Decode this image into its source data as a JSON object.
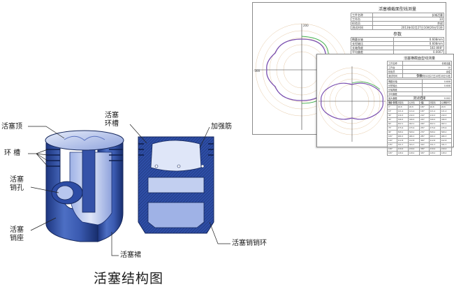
{
  "diagram": {
    "caption": "活塞结构图",
    "labels": {
      "piston_top": "活塞顶",
      "ring_groove_left": "环 槽",
      "pin_hole": [
        "活塞",
        "销孔"
      ],
      "pin_seat": [
        "活塞",
        "销座"
      ],
      "skirt": "活塞裙",
      "ring_groove_right": [
        "活塞",
        "环槽"
      ],
      "rib": "加强筋",
      "circlip": "活塞销销环"
    }
  },
  "report_back": {
    "title": "活塞横截面型线测量",
    "info_rows": [
      [
        "工件名称",
        "长城活塞"
      ],
      [
        "工作台",
        "10"
      ],
      [
        "检验员",
        "余斌"
      ],
      [
        "测试时间",
        "2013年02月27日10时26分51秒"
      ]
    ],
    "params_title": "参数",
    "param_rows": [
      [
        "椭圆长轴",
        "0.608mm"
      ],
      [
        "长短轴比",
        "0.608mm"
      ],
      [
        "长轴角度",
        "182.808°"
      ],
      [
        "平均偏差",
        "0.0007"
      ]
    ],
    "axis_top": "200",
    "axis_left": "-300"
  },
  "report_front": {
    "title": "活塞横截面型线测量",
    "info_rows": [
      [
        "工件名称",
        "长城活塞"
      ],
      [
        "工作台",
        "10"
      ],
      [
        "检验员",
        "余斌"
      ],
      [
        "测试时间",
        "2013年02月27日10时26分51秒"
      ]
    ],
    "params_title": "参数",
    "param_rows": [
      [
        "椭圆长轴",
        "0.608"
      ],
      [
        "长短轴比",
        "0.608"
      ],
      [
        "长轴角度",
        ""
      ],
      [
        "平均偏差",
        ""
      ],
      [
        "最大偏差",
        "0.002"
      ],
      [
        "最小偏差",
        "-0.002"
      ]
    ],
    "results_title": "测试结果",
    "results_header": [
      "角度",
      "测量值",
      "标准值",
      "角度",
      "测量值",
      "标准值"
    ],
    "results_rows": [
      [
        "0°",
        "26.8",
        "26.8",
        "180°",
        "26.8",
        "26.8"
      ],
      [
        "15°",
        "121.4",
        "121.4",
        "195°",
        "121.4",
        "121.4"
      ],
      [
        "30°",
        "210.3",
        "210.3",
        "210°",
        "210.3",
        "210.3"
      ],
      [
        "45°",
        "326.5",
        "326.5",
        "225°",
        "326.5",
        "326.5"
      ],
      [
        "60°",
        "402.1",
        "402.1",
        "240°",
        "402.1",
        "402.1"
      ],
      [
        "75°",
        "475.6",
        "475.6",
        "255°",
        "475.6",
        "475.6"
      ],
      [
        "90°",
        "508.2",
        "508.2",
        "270°",
        "508.2",
        "508.2"
      ],
      [
        "105°",
        "480.3",
        "480.3",
        "285°",
        "480.3",
        "480.3"
      ],
      [
        "120°",
        "412.8",
        "412.8",
        "300°",
        "412.8",
        "412.8"
      ],
      [
        "135°",
        "331.7",
        "331.7",
        "315°",
        "331.7",
        "331.7"
      ],
      [
        "150°",
        "219.4",
        "219.4",
        "330°",
        "219.4",
        "219.4"
      ],
      [
        "165°",
        "128.2",
        "128.2",
        "345°",
        "128.2",
        "128.2"
      ]
    ]
  },
  "colors": {
    "piston_dark": "#1f3d8c",
    "piston_mid": "#3f5fb8",
    "piston_light": "#8fa3e0",
    "piston_pale": "#c7d2f0",
    "curve_purple": "#7a4fb0",
    "curve_green": "#3fae4a"
  }
}
